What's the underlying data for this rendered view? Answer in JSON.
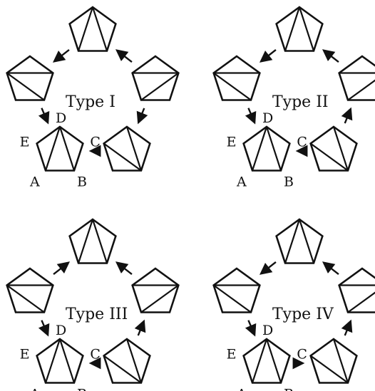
{
  "diagram": {
    "panels": [
      {
        "type_label": "Type I",
        "vertex_labels": {
          "A": "A",
          "B": "B",
          "C": "C",
          "D": "D",
          "E": "E"
        },
        "arrows": [
          "top->left",
          "right->top",
          "left->bottom",
          "bottomright->bottom",
          "right->bottomright"
        ]
      },
      {
        "type_label": "Type II",
        "vertex_labels": {
          "A": "A",
          "B": "B",
          "C": "C",
          "D": "D",
          "E": "E"
        },
        "arrows": [
          "top->left",
          "right->top",
          "left->bottom",
          "bottomright->bottom",
          "bottomright->right"
        ]
      },
      {
        "type_label": "Type III",
        "vertex_labels": {
          "A": "A",
          "B": "B",
          "C": "C",
          "D": "D",
          "E": "E"
        },
        "arrows": [
          "left->top",
          "right->top",
          "left->bottom",
          "bottomright->bottom",
          "bottomright->right"
        ]
      },
      {
        "type_label": "Type IV",
        "vertex_labels": {
          "A": "A",
          "B": "B",
          "C": "C",
          "D": "D",
          "E": "E"
        },
        "arrows": [
          "top->left",
          "right->top",
          "left->bottom",
          "bottom->bottomright",
          "bottomright->right"
        ]
      }
    ],
    "colors": {
      "stroke": "#111111",
      "background": "#ffffff"
    }
  }
}
